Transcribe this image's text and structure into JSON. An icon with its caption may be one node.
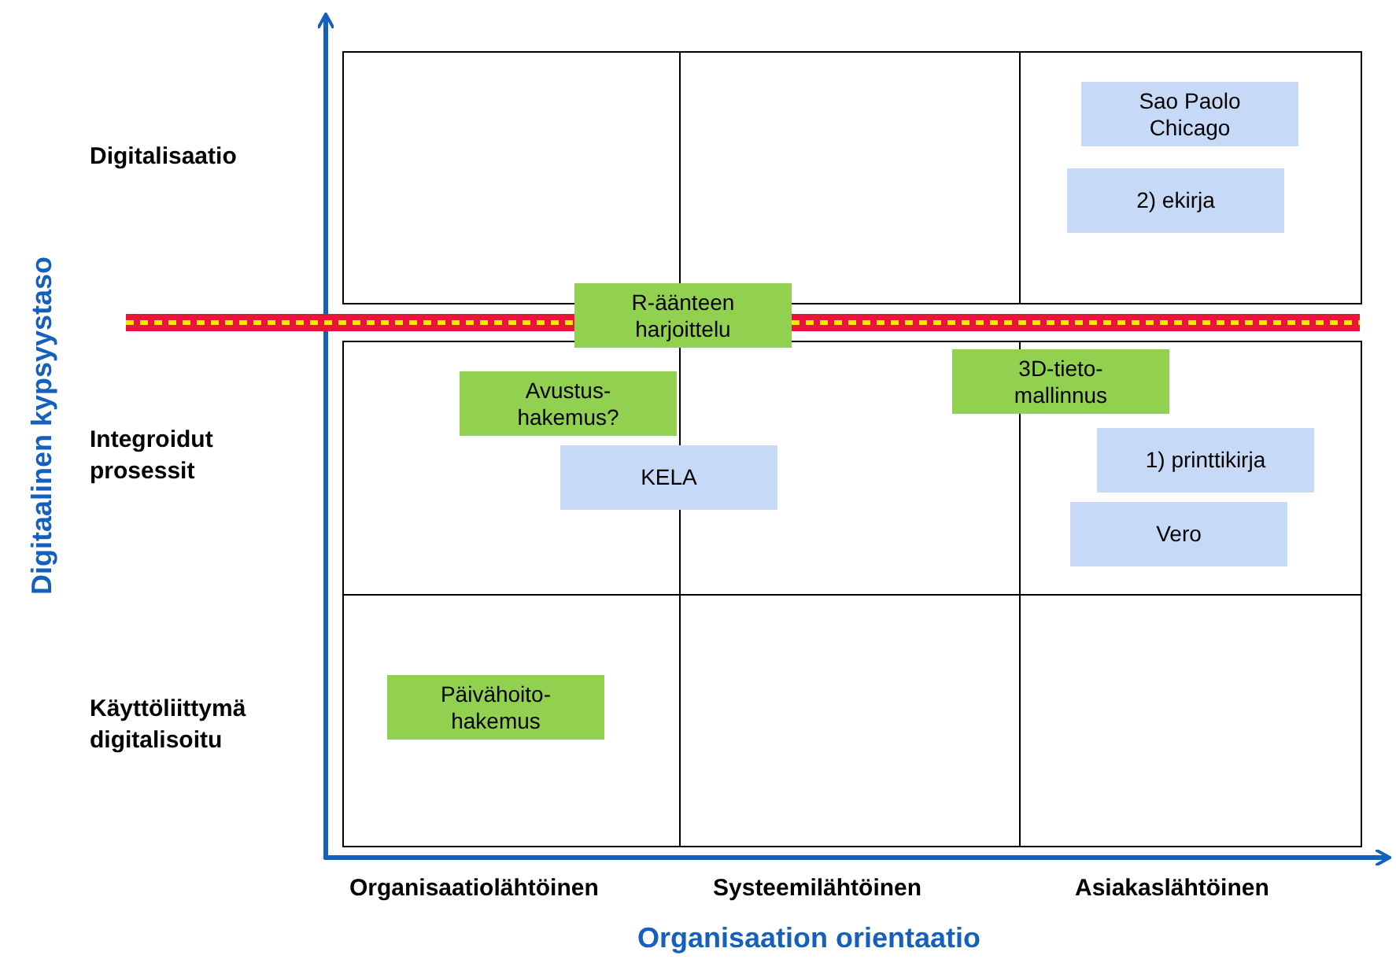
{
  "diagram": {
    "nodes": [
      {
        "text": [
          "Sao Paolo Chicago"
        ]
      },
      {
        "text": [
          "2) ekirja"
        ]
      },
      {
        "text": [
          "R-äänteen harjoittelu"
        ]
      },
      {
        "text": [
          "Avustus-hakemus?"
        ]
      },
      {
        "text": [
          "3D-tieto-mallinnus"
        ]
      },
      {
        "text": [
          "1) printtikirja"
        ]
      },
      {
        "text": [
          "KELA"
        ]
      },
      {
        "text": [
          "Vero"
        ]
      },
      {
        "text": [
          "Päivähoito-hakemus"
        ]
      }
    ],
    "labels": [
      "Digitalisaatio",
      "Integroidut prosessit",
      "Käyttöliittymä digitalisoitu",
      "Organisaatiolähtöinen",
      "Systeemilähtöinen",
      "Asiakaslähtöinen",
      "Digitaalinen kypsyystaso",
      "Organisaation orientaatio"
    ]
  }
}
